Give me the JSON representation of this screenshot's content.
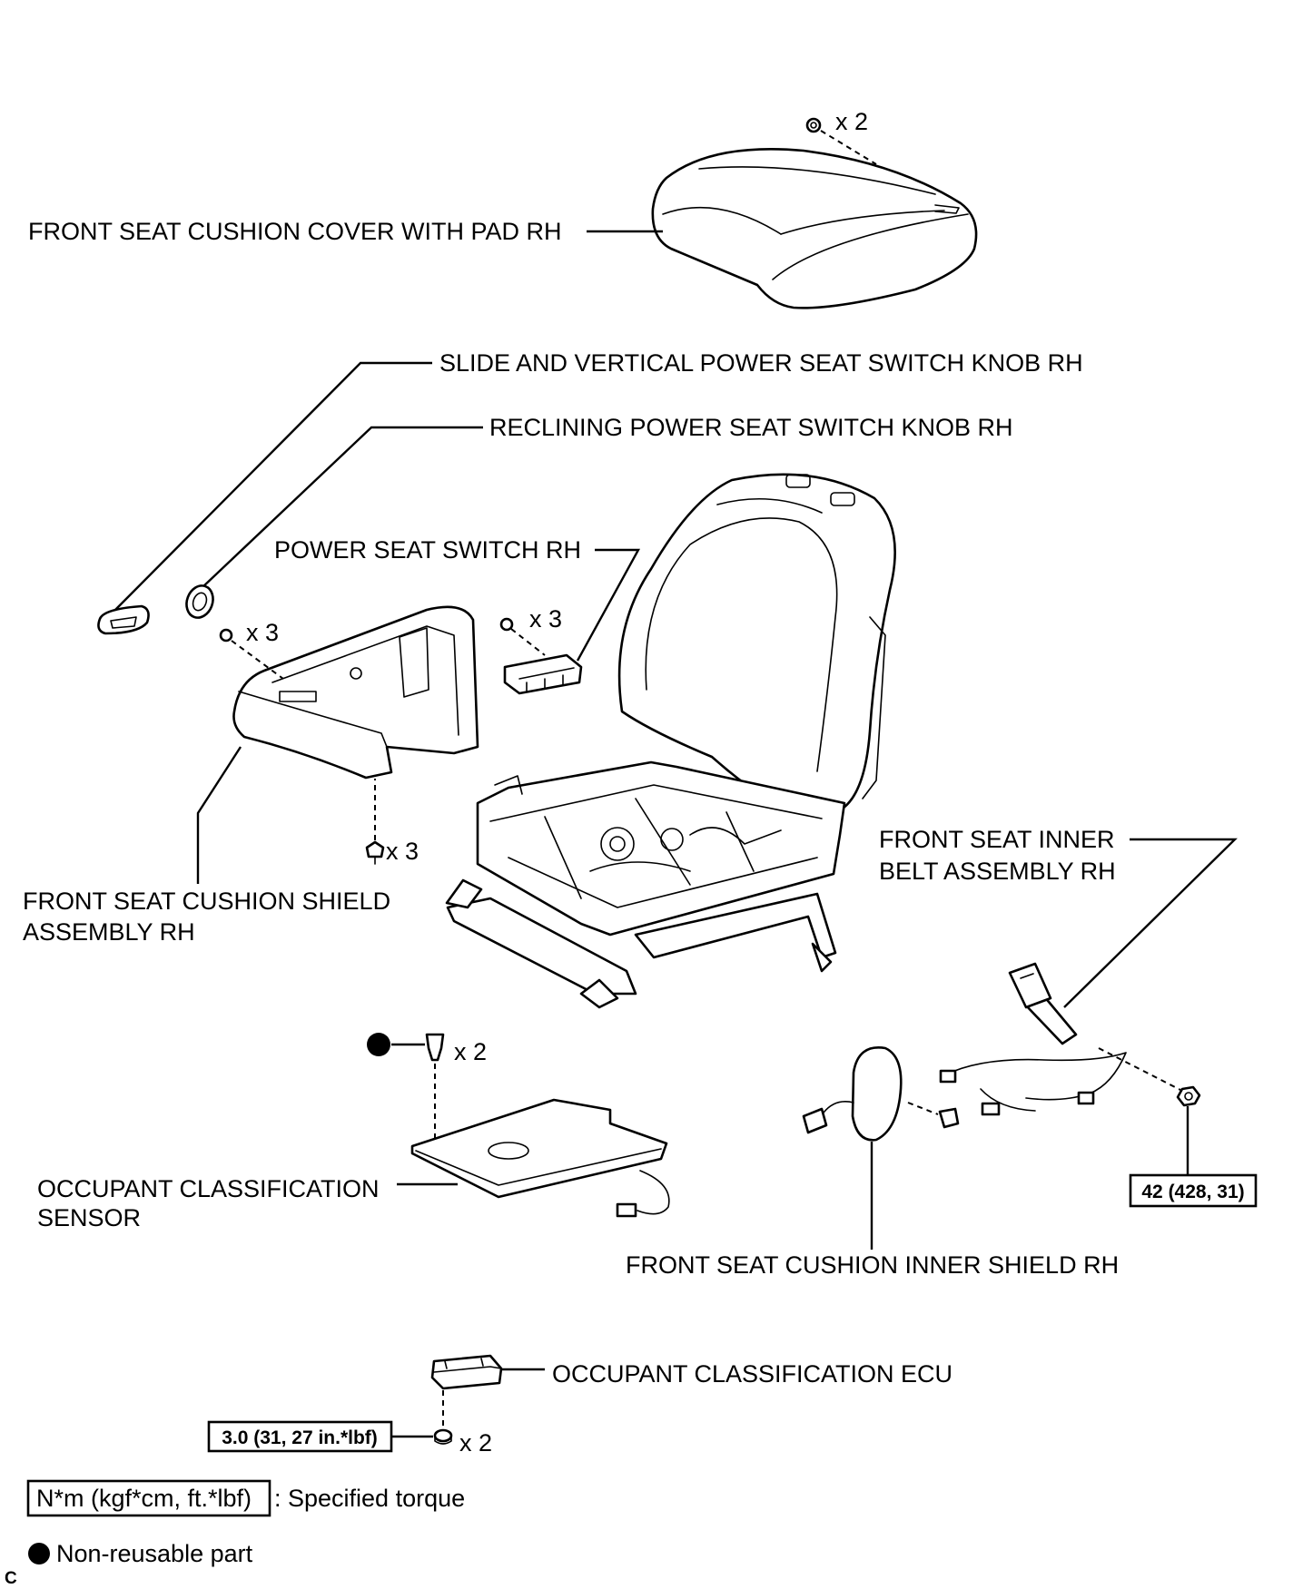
{
  "labels": {
    "cushion_cover": "FRONT SEAT CUSHION COVER WITH PAD RH",
    "slide_knob": "SLIDE AND VERTICAL POWER SEAT SWITCH KNOB RH",
    "reclining_knob": "RECLINING POWER SEAT SWITCH KNOB RH",
    "power_switch": "POWER SEAT SWITCH RH",
    "cushion_shield_line1": "FRONT SEAT CUSHION SHIELD",
    "cushion_shield_line2": "ASSEMBLY RH",
    "inner_belt_line1": "FRONT SEAT INNER",
    "inner_belt_line2": "BELT ASSEMBLY RH",
    "sensor_line1": "OCCUPANT CLASSIFICATION",
    "sensor_line2": "SENSOR",
    "inner_shield": "FRONT SEAT CUSHION INNER SHIELD RH",
    "ecu": "OCCUPANT CLASSIFICATION ECU"
  },
  "quantities": {
    "cover_clips": "x 2",
    "shield_screws_upper": "x 3",
    "switch_screws": "x 3",
    "shield_screws_lower": "x 3",
    "sensor_clips": "x 2",
    "ecu_nuts": "x 2"
  },
  "torques": {
    "belt_nut": "42 (428, 31)",
    "ecu_nut": "3.0 (31, 27 in.*lbf)"
  },
  "legend": {
    "torque_units": "N*m (kgf*cm, ft.*lbf)",
    "torque_desc": ": Specified torque",
    "nonreusable_desc": "Non-reusable part"
  },
  "corner_mark": "C",
  "colors": {
    "ink": "#000000",
    "paper": "#ffffff"
  }
}
